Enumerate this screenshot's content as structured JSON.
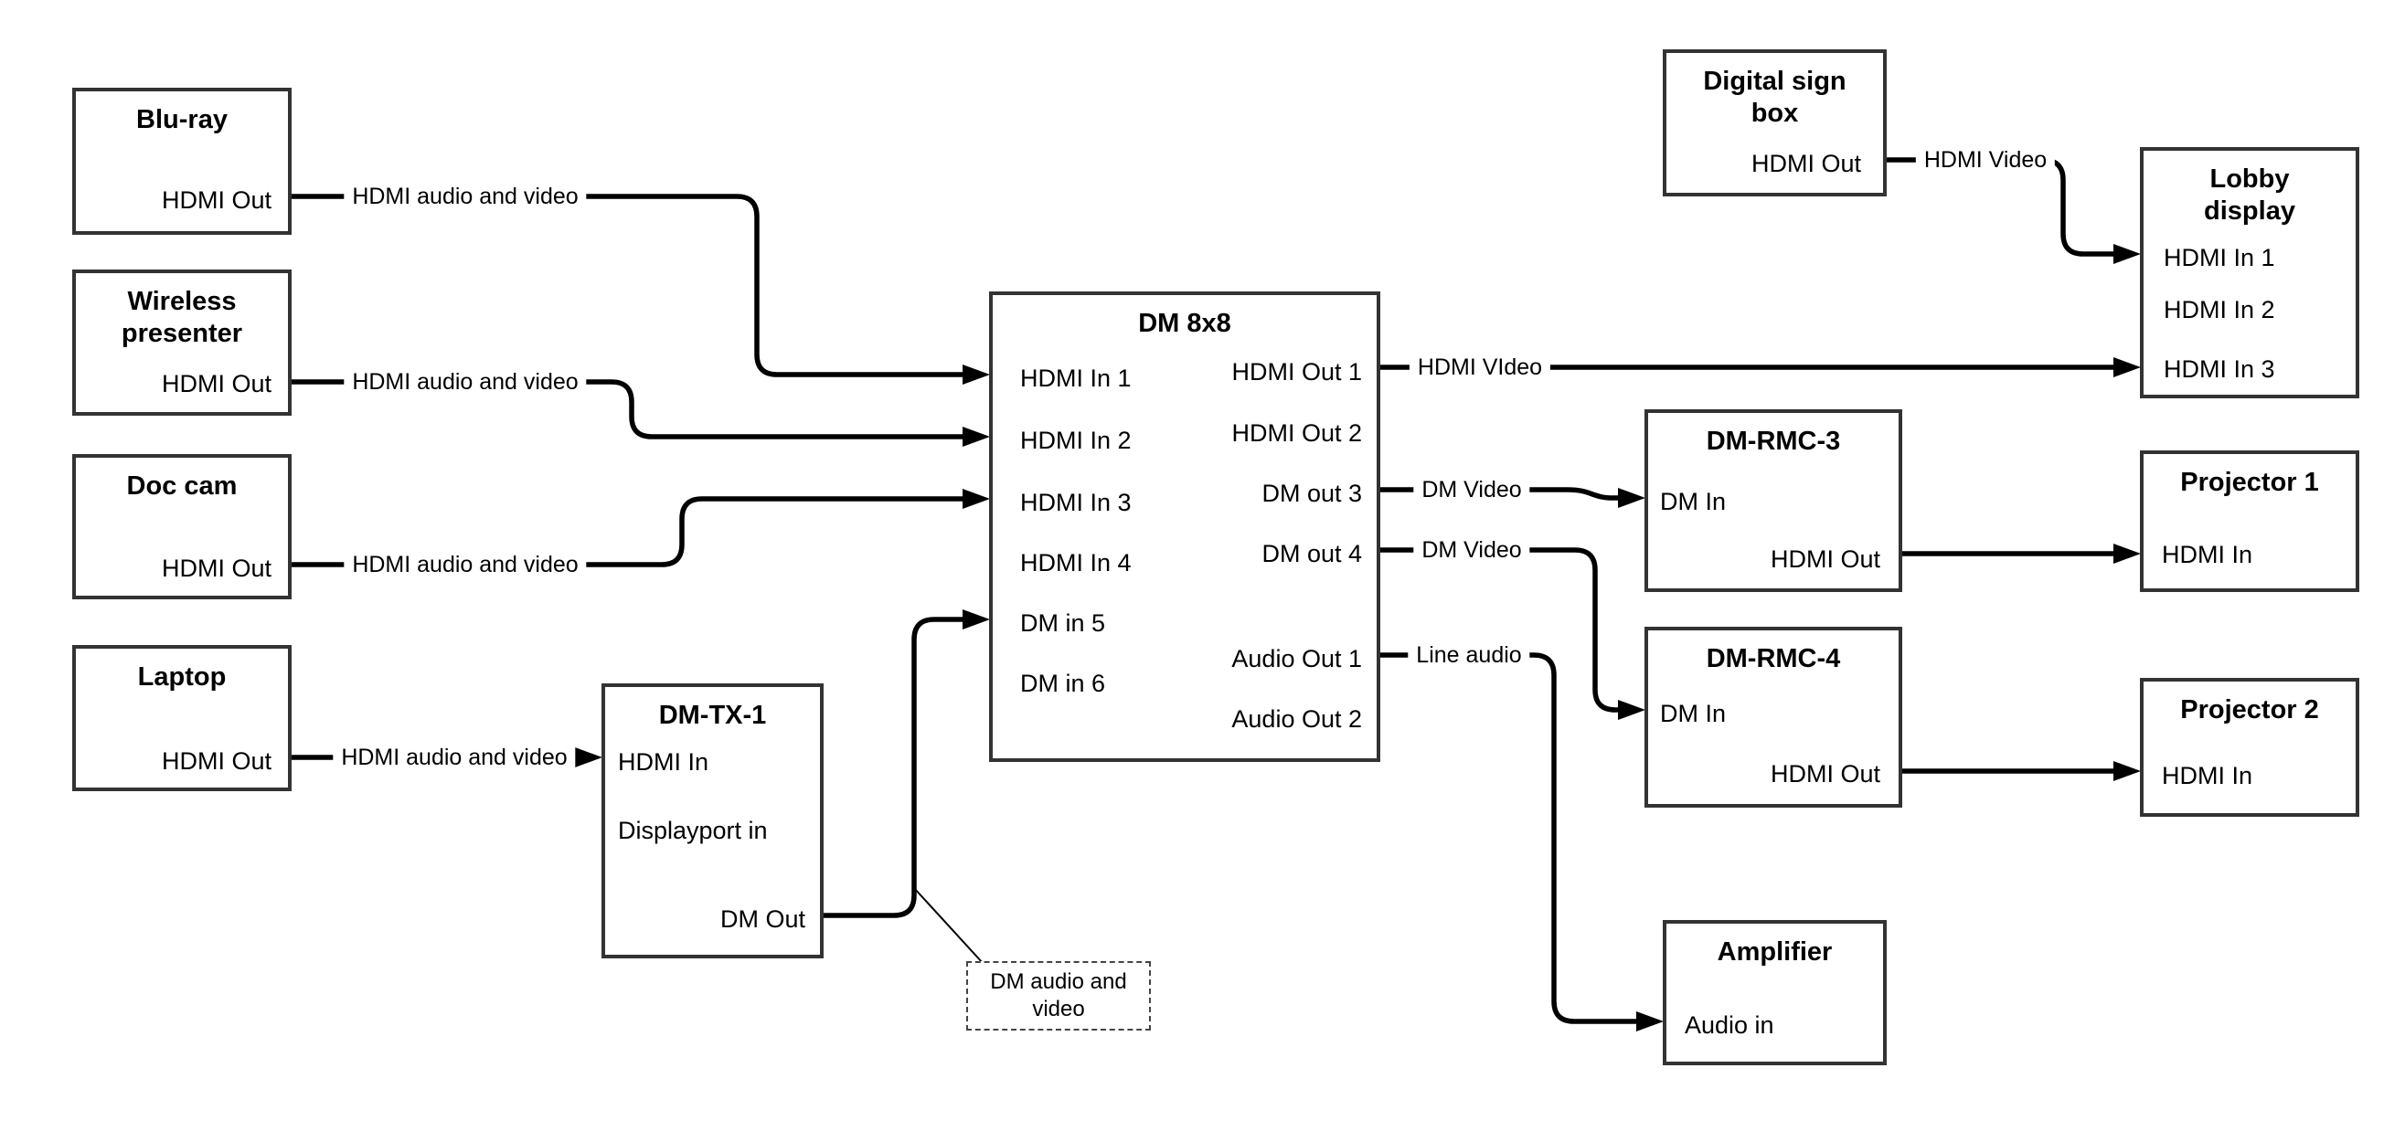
{
  "nodes": {
    "bluray": {
      "title": "Blu-ray",
      "ports": {
        "out": "HDMI Out"
      }
    },
    "wireless": {
      "title": "Wireless presenter",
      "ports": {
        "out": "HDMI Out"
      }
    },
    "doccam": {
      "title": "Doc cam",
      "ports": {
        "out": "HDMI Out"
      }
    },
    "laptop": {
      "title": "Laptop",
      "ports": {
        "out": "HDMI Out"
      }
    },
    "dmtx1": {
      "title": "DM-TX-1",
      "ports": {
        "hdmi_in": "HDMI In",
        "dp_in": "Displayport in",
        "dm_out": "DM Out"
      }
    },
    "dm8x8": {
      "title": "DM 8x8",
      "ports": {
        "in1": "HDMI In 1",
        "in2": "HDMI In 2",
        "in3": "HDMI In 3",
        "in4": "HDMI In 4",
        "in5": "DM in 5",
        "in6": "DM in 6",
        "out1": "HDMI Out 1",
        "out2": "HDMI Out 2",
        "out3": "DM out 3",
        "out4": "DM out 4",
        "aout1": "Audio Out 1",
        "aout2": "Audio Out 2"
      }
    },
    "sign": {
      "title": "Digital sign box",
      "ports": {
        "out": "HDMI Out"
      }
    },
    "lobby": {
      "title": "Lobby display",
      "ports": {
        "in1": "HDMI In 1",
        "in2": "HDMI In 2",
        "in3": "HDMI In 3"
      }
    },
    "rmc3": {
      "title": "DM-RMC-3",
      "ports": {
        "dm_in": "DM In",
        "hdmi_out": "HDMI Out"
      }
    },
    "proj1": {
      "title": "Projector 1",
      "ports": {
        "in": "HDMI In"
      }
    },
    "rmc4": {
      "title": "DM-RMC-4",
      "ports": {
        "dm_in": "DM In",
        "hdmi_out": "HDMI Out"
      }
    },
    "proj2": {
      "title": "Projector 2",
      "ports": {
        "in": "HDMI In"
      }
    },
    "amp": {
      "title": "Amplifier",
      "ports": {
        "in": "Audio in"
      }
    }
  },
  "edge_labels": {
    "bluray": "HDMI audio and video",
    "wireless": "HDMI audio and video",
    "doccam": "HDMI audio and video",
    "laptop": "HDMI audio and video",
    "out1": "HDMI VIdeo",
    "out3": "DM Video",
    "out4": "DM Video",
    "audio1": "Line audio",
    "sign": "HDMI Video"
  },
  "note": {
    "text": "DM audio and video"
  },
  "colors": {
    "line": "#000000",
    "border": "#333333",
    "text": "#000000",
    "background": "#ffffff"
  }
}
